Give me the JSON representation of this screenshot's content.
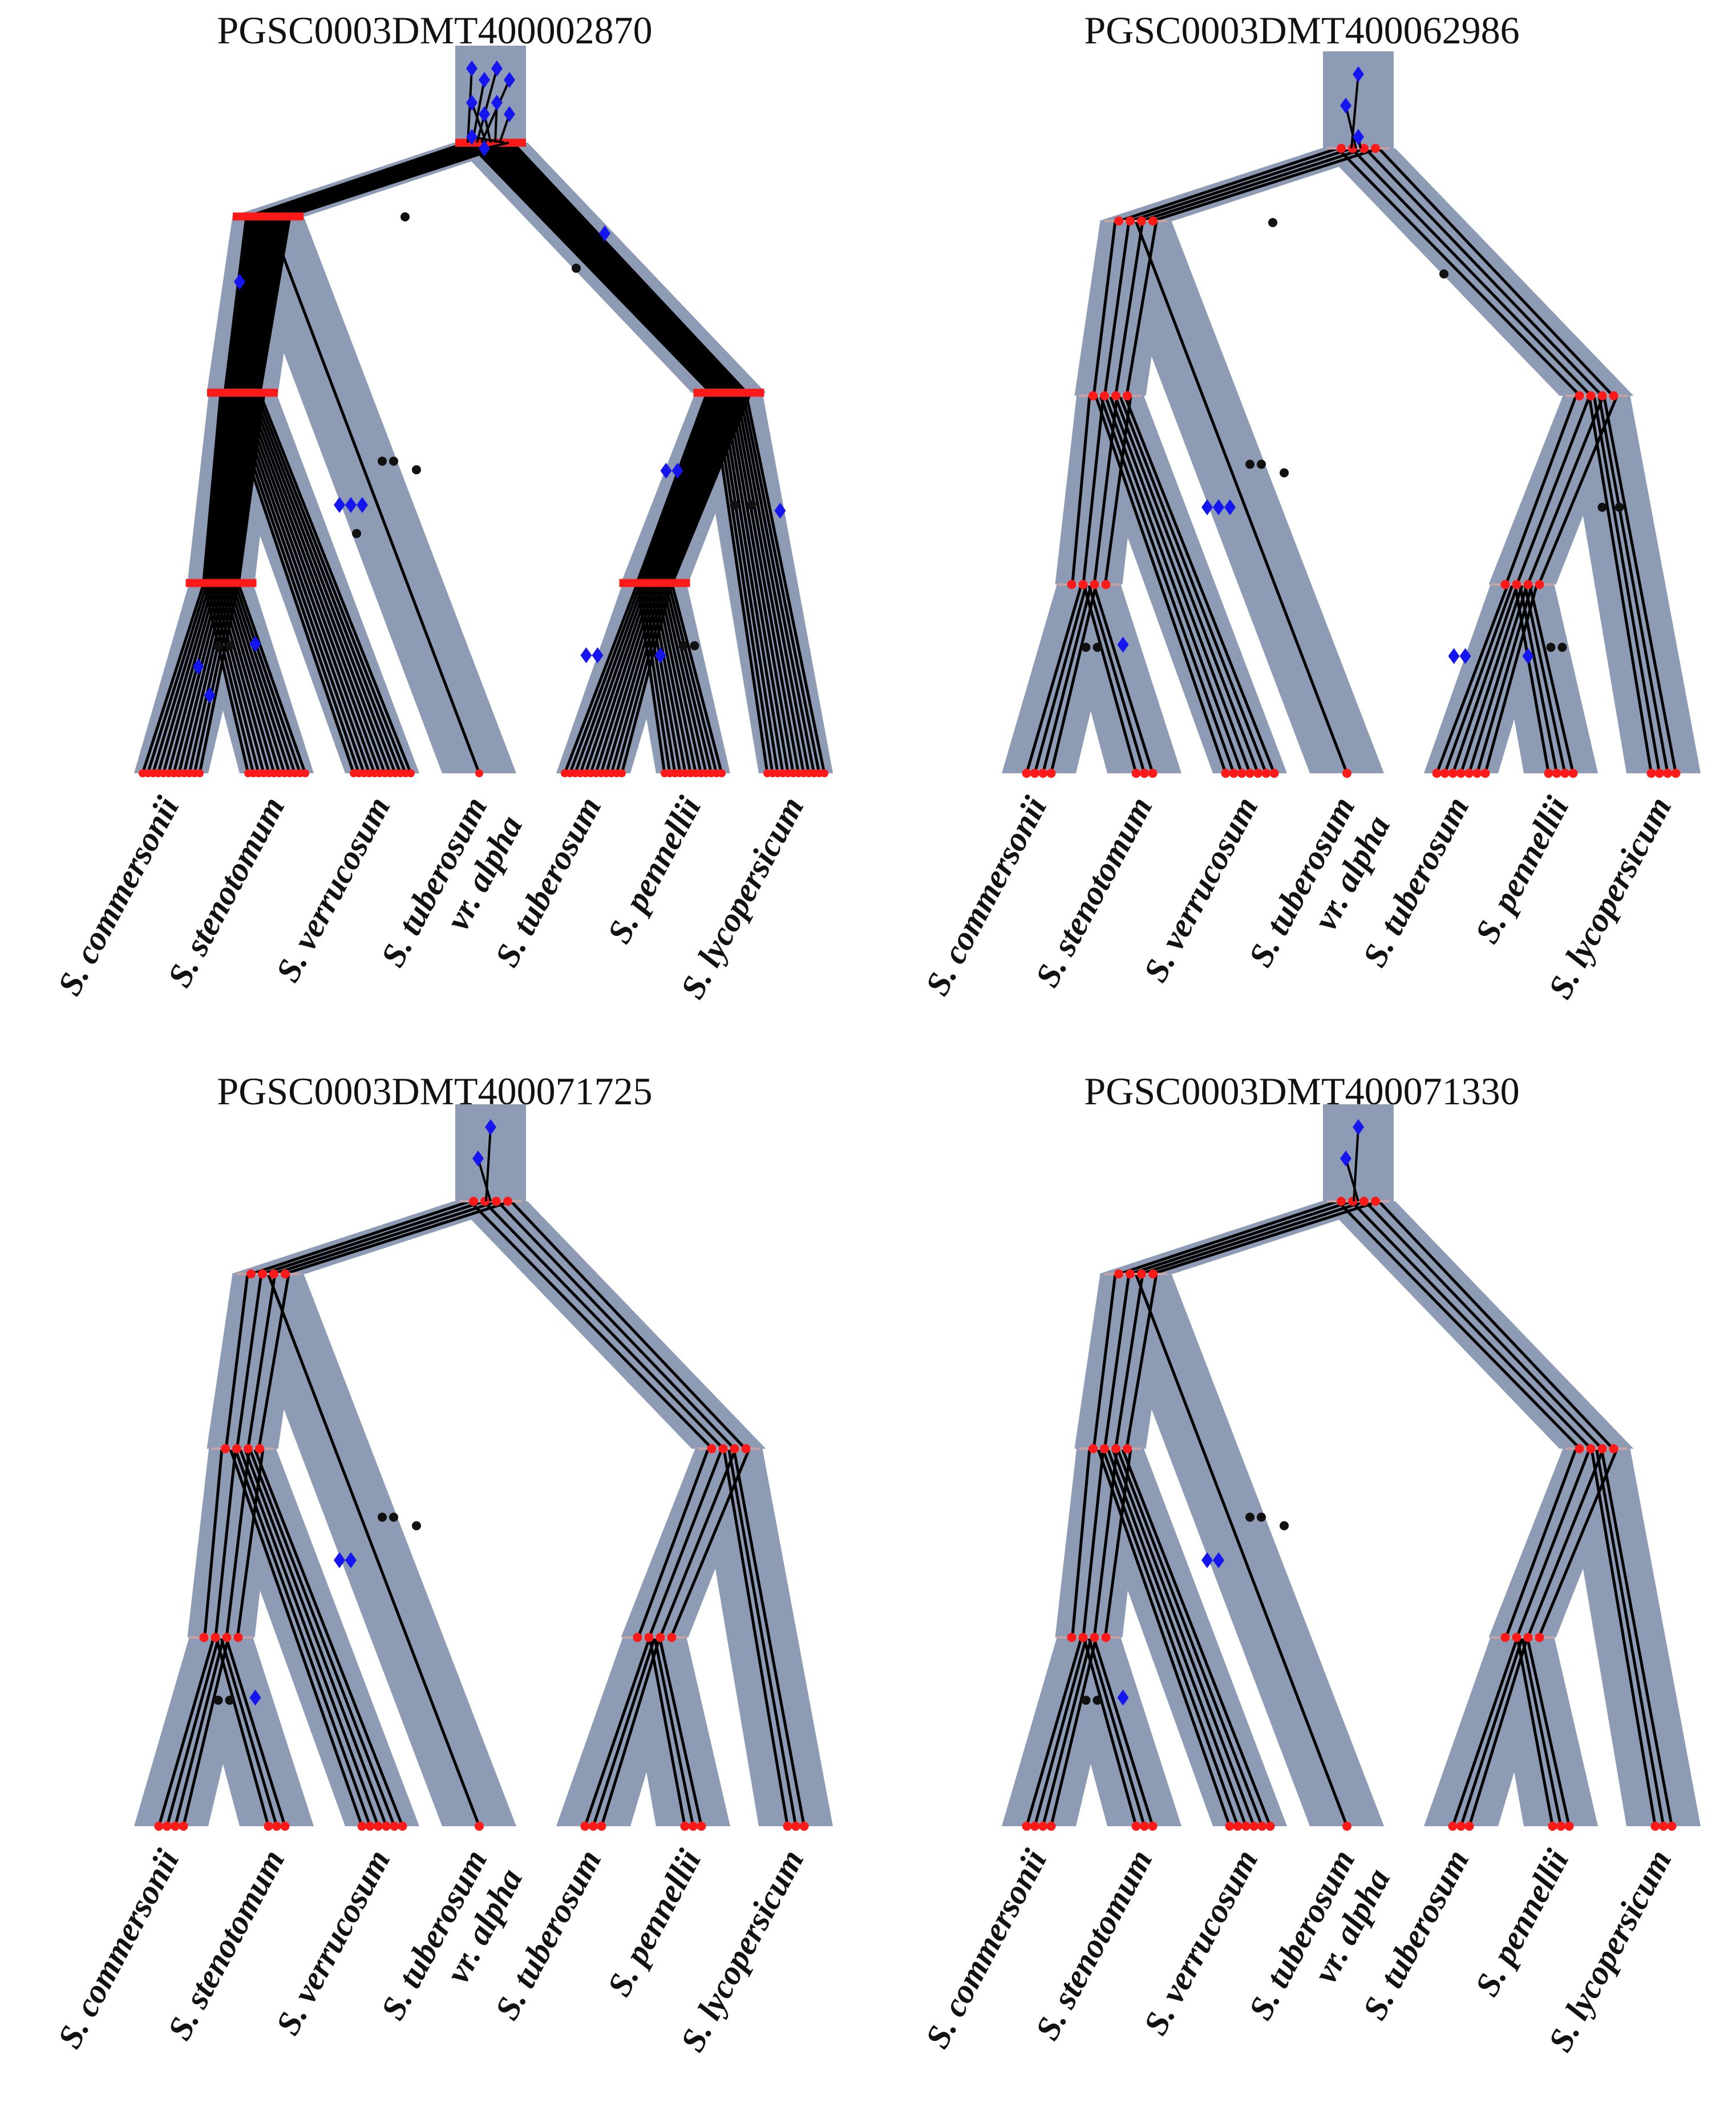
{
  "colors": {
    "species_band": "#8d9bb5",
    "gene_line": "#000000",
    "speciation_node": "#ff1a1a",
    "duplication_node": "#1515f0",
    "loss_node": "#111111",
    "node_bar": "#c9a3a3"
  },
  "species_tree": {
    "leaves": [
      "S. commersonii",
      "S. stenotomum",
      "S. verrucosum",
      "S. tuberosum vr. alpha",
      "S. tuberosum",
      "S. pennellii",
      "S. lycopersicum"
    ],
    "leaf_label_lines": [
      [
        "S. commersonii"
      ],
      [
        "S. stenotomum"
      ],
      [
        "S. verrucosum"
      ],
      [
        "S. tuberosum",
        "vr. alpha"
      ],
      [
        "S. tuberosum"
      ],
      [
        "S. pennellii"
      ],
      [
        "S. lycopersicum"
      ]
    ]
  },
  "panels": [
    {
      "title": "PGSC0003DMT400002870",
      "leaf_gene_counts": [
        12,
        12,
        12,
        1,
        12,
        12,
        12
      ],
      "dense": true,
      "duplications": 24,
      "losses": 12
    },
    {
      "title": "PGSC0003DMT400062986",
      "leaf_gene_counts": [
        4,
        3,
        7,
        1,
        7,
        4,
        4
      ],
      "dense": false,
      "duplications": 10,
      "losses": 11
    },
    {
      "title": "PGSC0003DMT400071725",
      "leaf_gene_counts": [
        4,
        3,
        6,
        1,
        3,
        3,
        3
      ],
      "dense": false,
      "duplications": 5,
      "losses": 5
    },
    {
      "title": "PGSC0003DMT400071330",
      "leaf_gene_counts": [
        4,
        3,
        6,
        1,
        3,
        3,
        3
      ],
      "dense": false,
      "duplications": 5,
      "losses": 5
    }
  ]
}
